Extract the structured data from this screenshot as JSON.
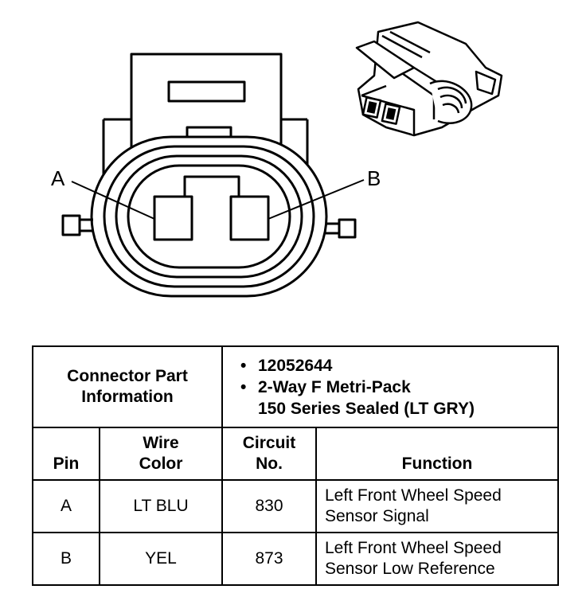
{
  "diagram": {
    "pin_labels": [
      "A",
      "B"
    ]
  },
  "table": {
    "info_label_line1": "Connector Part",
    "info_label_line2": "Information",
    "info_items": [
      "12052644",
      "2-Way F Metri-Pack",
      "150 Series Sealed (LT GRY)"
    ],
    "headers": {
      "pin": "Pin",
      "wire_line1": "Wire",
      "wire_line2": "Color",
      "circuit_line1": "Circuit",
      "circuit_line2": "No.",
      "function": "Function"
    },
    "rows": [
      {
        "pin": "A",
        "color": "LT BLU",
        "circuit": "830",
        "function_line1": "Left Front Wheel Speed",
        "function_line2": "Sensor Signal"
      },
      {
        "pin": "B",
        "color": "YEL",
        "circuit": "873",
        "function_line1": "Left Front Wheel Speed",
        "function_line2": "Sensor Low Reference"
      }
    ]
  }
}
